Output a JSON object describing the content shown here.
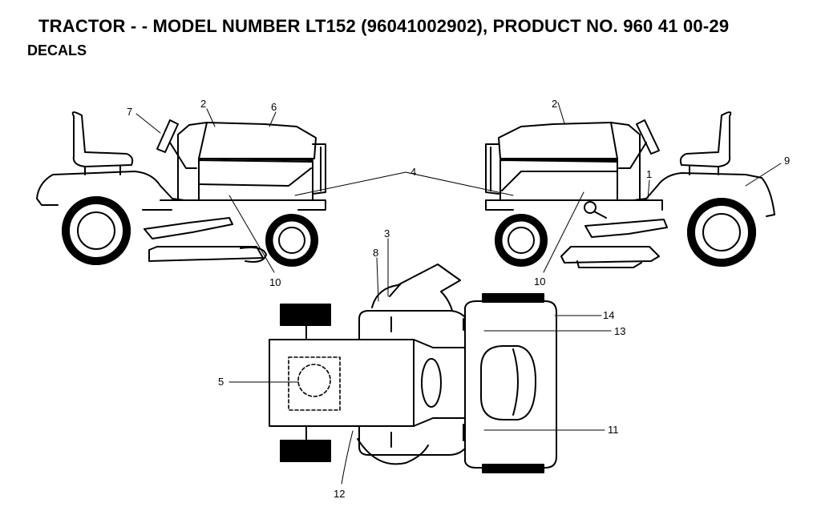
{
  "header": {
    "title": "TRACTOR - - MODEL NUMBER LT152 (96041002902), PRODUCT NO. 960 41 00-29",
    "subtitle": "DECALS"
  },
  "callouts": {
    "c1": "1",
    "c2a": "2",
    "c2b": "2",
    "c3": "3",
    "c4": "4",
    "c5": "5",
    "c6": "6",
    "c7": "7",
    "c8": "8",
    "c9": "9",
    "c10a": "10",
    "c10b": "10",
    "c11": "11",
    "c12": "12",
    "c13": "13",
    "c14": "14"
  }
}
